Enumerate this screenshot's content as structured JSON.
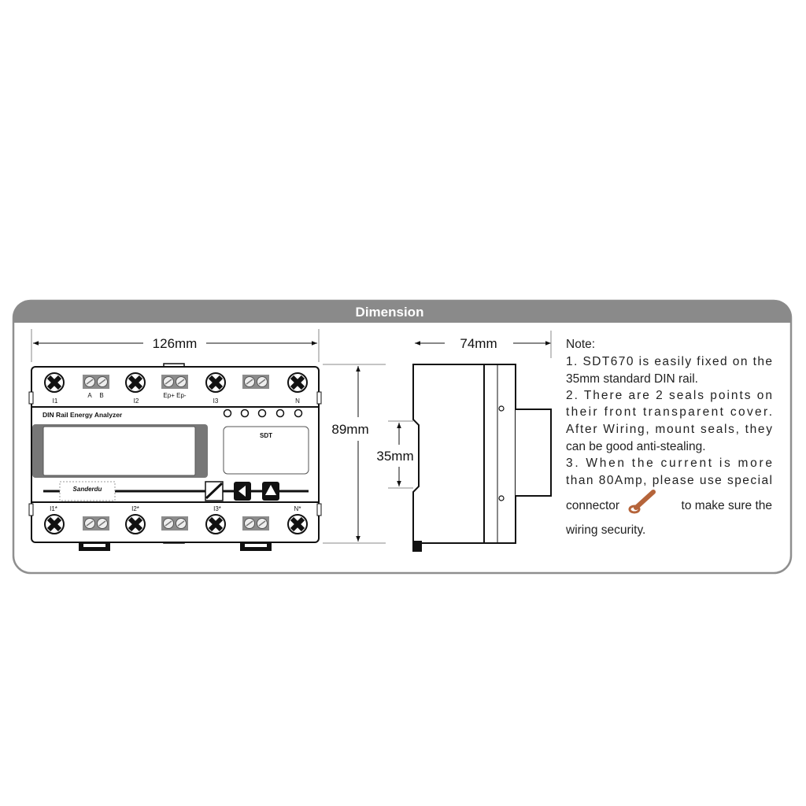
{
  "panel": {
    "title": "Dimension",
    "header_color": "#8a8a8a",
    "border_color": "#8f8f8f"
  },
  "front_view": {
    "width_label": "126mm",
    "height_label": "89mm",
    "rail_label": "35mm",
    "device_title": "DIN Rail Energy Analyzer",
    "brand": "SDT",
    "logo_text": "Sanderdu",
    "top_terminals": [
      "I1",
      "A",
      "B",
      "I2",
      "Ep+ Ep-",
      "I3",
      "N"
    ],
    "bottom_terminals": [
      "I1*",
      "I2*",
      "I3*",
      "N*"
    ]
  },
  "side_view": {
    "depth_label": "74mm"
  },
  "notes": {
    "lines": [
      "Note:",
      "1. SDT670 is easily fixed on the",
      "35mm standard DIN rail.",
      "2. There are 2 seals points on",
      "their front transparent cover.",
      "After Wiring, mount seals, they",
      "can be good anti-stealing.",
      "3. When the current is more",
      "than 80Amp, please use special",
      "connector",
      "to make sure the",
      "wiring security."
    ],
    "connector_color": "#b5643a"
  }
}
